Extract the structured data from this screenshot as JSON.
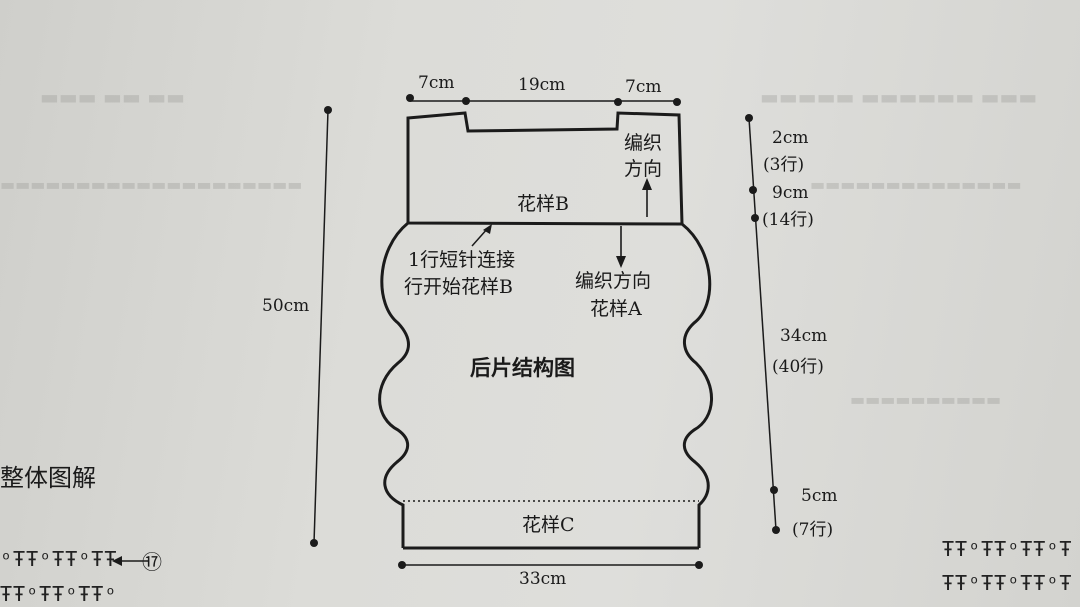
{
  "diagram": {
    "title": "后片结构图",
    "width_top": [
      "7cm",
      "19cm",
      "7cm"
    ],
    "width_bottom": "33cm",
    "height_total": "50cm",
    "right_dims": [
      {
        "cm": "2cm",
        "rows": "(3行)"
      },
      {
        "cm": "9cm",
        "rows": "(14行)"
      },
      {
        "cm": "34cm",
        "rows": "(40行)"
      },
      {
        "cm": "5cm",
        "rows": "(7行)"
      }
    ],
    "knit_direction_upper": [
      "编织",
      "方向"
    ],
    "pattern_b": "花样B",
    "join_note": [
      "1行短针连接",
      "行开始花样B"
    ],
    "knit_direction_lower": [
      "编织方向",
      "花样A"
    ],
    "pattern_c": "花样C"
  },
  "page": {
    "section_heading": "整体图解",
    "row_marker": "⑰",
    "symbol_row_left_1": "ᵒŦŦᵒŦŦᵒŦŦ",
    "symbol_row_left_2": "ŦŦᵒŦŦᵒŦŦᵒ",
    "symbol_row_right_1": "ŦŦᵒŦŦᵒŦŦᵒŦ",
    "symbol_row_right_2": "ŦŦᵒŦŦᵒŦŦᵒŦ"
  }
}
